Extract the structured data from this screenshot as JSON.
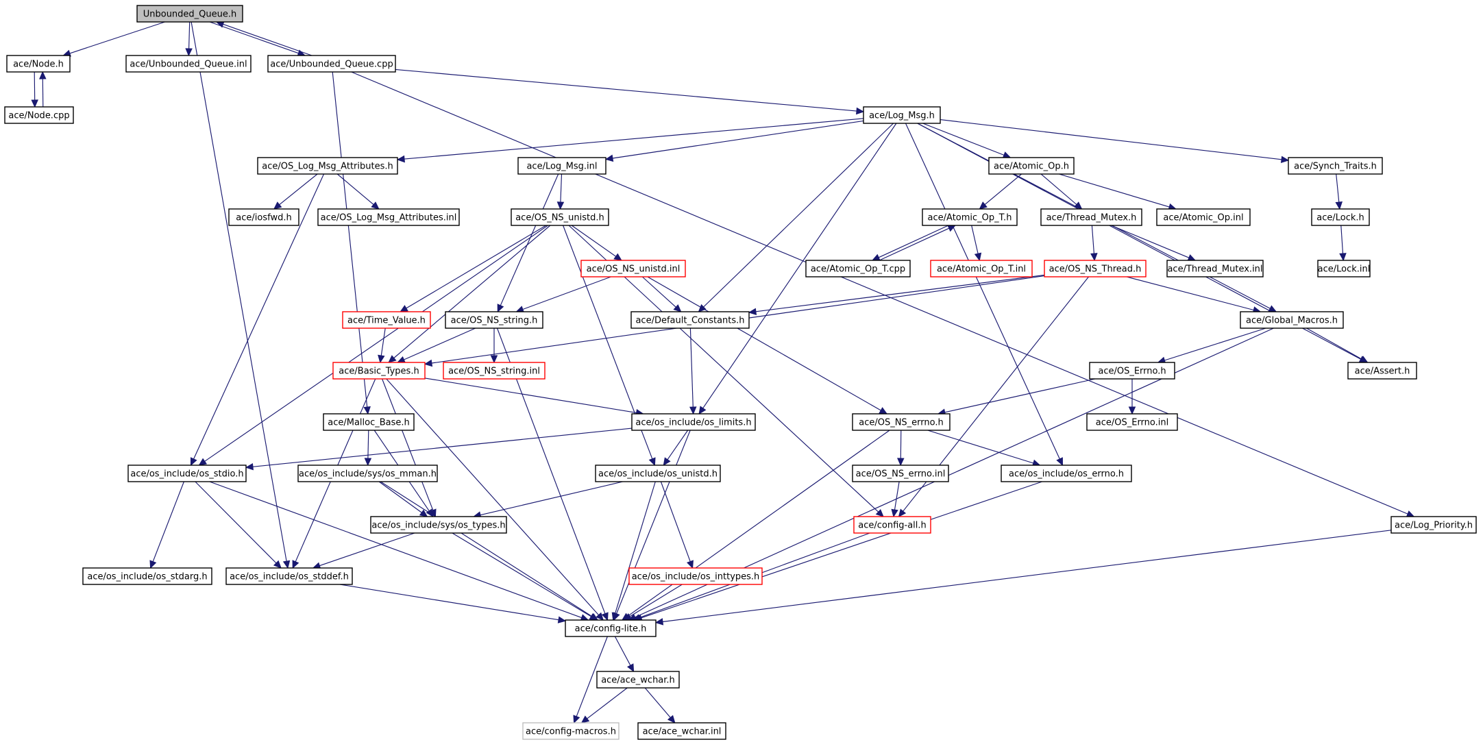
{
  "colors": {
    "edge": "#191970",
    "node_border": "#000000",
    "node_border_incomplete": "#ff0000",
    "node_border_undocumented": "#bfbfbf",
    "root_fill": "#bfbfbf",
    "node_fill": "#ffffff"
  },
  "nodes": [
    {
      "id": "uq_h",
      "label": "Unbounded_Queue.h",
      "kind": "root"
    },
    {
      "id": "node_h",
      "label": "ace/Node.h",
      "kind": "normal"
    },
    {
      "id": "node_cpp",
      "label": "ace/Node.cpp",
      "kind": "normal"
    },
    {
      "id": "uq_inl",
      "label": "ace/Unbounded_Queue.inl",
      "kind": "normal"
    },
    {
      "id": "uq_cpp",
      "label": "ace/Unbounded_Queue.cpp",
      "kind": "normal"
    },
    {
      "id": "log_msg_h",
      "label": "ace/Log_Msg.h",
      "kind": "normal"
    },
    {
      "id": "os_lma_h",
      "label": "ace/OS_Log_Msg_Attributes.h",
      "kind": "normal"
    },
    {
      "id": "log_msg_inl",
      "label": "ace/Log_Msg.inl",
      "kind": "normal"
    },
    {
      "id": "atomic_op_h",
      "label": "ace/Atomic_Op.h",
      "kind": "normal"
    },
    {
      "id": "synch_traits_h",
      "label": "ace/Synch_Traits.h",
      "kind": "normal"
    },
    {
      "id": "iosfwd_h",
      "label": "ace/iosfwd.h",
      "kind": "normal"
    },
    {
      "id": "os_lma_inl",
      "label": "ace/OS_Log_Msg_Attributes.inl",
      "kind": "normal"
    },
    {
      "id": "os_ns_unistd_h",
      "label": "ace/OS_NS_unistd.h",
      "kind": "normal"
    },
    {
      "id": "atomic_op_t_h",
      "label": "ace/Atomic_Op_T.h",
      "kind": "normal"
    },
    {
      "id": "thread_mutex_h",
      "label": "ace/Thread_Mutex.h",
      "kind": "normal"
    },
    {
      "id": "atomic_op_inl",
      "label": "ace/Atomic_Op.inl",
      "kind": "normal"
    },
    {
      "id": "lock_h",
      "label": "ace/Lock.h",
      "kind": "normal"
    },
    {
      "id": "os_ns_unistd_inl",
      "label": "ace/OS_NS_unistd.inl",
      "kind": "incomplete"
    },
    {
      "id": "atomic_op_t_cpp",
      "label": "ace/Atomic_Op_T.cpp",
      "kind": "normal"
    },
    {
      "id": "atomic_op_t_inl",
      "label": "ace/Atomic_Op_T.inl",
      "kind": "incomplete"
    },
    {
      "id": "os_ns_thread_h",
      "label": "ace/OS_NS_Thread.h",
      "kind": "incomplete"
    },
    {
      "id": "thread_mutex_inl",
      "label": "ace/Thread_Mutex.inl",
      "kind": "normal"
    },
    {
      "id": "lock_inl",
      "label": "ace/Lock.inl",
      "kind": "normal"
    },
    {
      "id": "time_value_h",
      "label": "ace/Time_Value.h",
      "kind": "incomplete"
    },
    {
      "id": "os_ns_string_h",
      "label": "ace/OS_NS_string.h",
      "kind": "normal"
    },
    {
      "id": "default_constants_h",
      "label": "ace/Default_Constants.h",
      "kind": "normal"
    },
    {
      "id": "global_macros_h",
      "label": "ace/Global_Macros.h",
      "kind": "normal"
    },
    {
      "id": "basic_types_h",
      "label": "ace/Basic_Types.h",
      "kind": "incomplete"
    },
    {
      "id": "os_ns_string_inl",
      "label": "ace/OS_NS_string.inl",
      "kind": "incomplete"
    },
    {
      "id": "os_errno_h",
      "label": "ace/OS_Errno.h",
      "kind": "normal"
    },
    {
      "id": "assert_h",
      "label": "ace/Assert.h",
      "kind": "normal"
    },
    {
      "id": "malloc_base_h",
      "label": "ace/Malloc_Base.h",
      "kind": "normal"
    },
    {
      "id": "os_limits_h",
      "label": "ace/os_include/os_limits.h",
      "kind": "normal"
    },
    {
      "id": "os_ns_errno_h",
      "label": "ace/OS_NS_errno.h",
      "kind": "normal"
    },
    {
      "id": "os_errno_inl",
      "label": "ace/OS_Errno.inl",
      "kind": "normal"
    },
    {
      "id": "os_stdio_h",
      "label": "ace/os_include/os_stdio.h",
      "kind": "normal"
    },
    {
      "id": "sys_os_mman_h",
      "label": "ace/os_include/sys/os_mman.h",
      "kind": "normal"
    },
    {
      "id": "os_unistd_inc_h",
      "label": "ace/os_include/os_unistd.h",
      "kind": "normal"
    },
    {
      "id": "os_ns_errno_inl",
      "label": "ace/OS_NS_errno.inl",
      "kind": "normal"
    },
    {
      "id": "os_inc_errno_h",
      "label": "ace/os_include/os_errno.h",
      "kind": "normal"
    },
    {
      "id": "sys_os_types_h",
      "label": "ace/os_include/sys/os_types.h",
      "kind": "normal"
    },
    {
      "id": "config_all_h",
      "label": "ace/config-all.h",
      "kind": "incomplete"
    },
    {
      "id": "log_priority_h",
      "label": "ace/Log_Priority.h",
      "kind": "normal"
    },
    {
      "id": "os_stdarg_h",
      "label": "ace/os_include/os_stdarg.h",
      "kind": "normal"
    },
    {
      "id": "os_stddef_h",
      "label": "ace/os_include/os_stddef.h",
      "kind": "normal"
    },
    {
      "id": "os_inttypes_h",
      "label": "ace/os_include/os_inttypes.h",
      "kind": "incomplete"
    },
    {
      "id": "config_lite_h",
      "label": "ace/config-lite.h",
      "kind": "normal"
    },
    {
      "id": "ace_wchar_h",
      "label": "ace/ace_wchar.h",
      "kind": "normal"
    },
    {
      "id": "config_macros_h",
      "label": "ace/config-macros.h",
      "kind": "undocumented"
    },
    {
      "id": "ace_wchar_inl",
      "label": "ace/ace_wchar.inl",
      "kind": "normal"
    }
  ],
  "edges": [
    [
      "uq_h",
      "node_h"
    ],
    [
      "uq_h",
      "uq_inl"
    ],
    [
      "uq_h",
      "uq_cpp"
    ],
    [
      "uq_h",
      "os_stddef_h"
    ],
    [
      "uq_cpp",
      "uq_h"
    ],
    [
      "uq_cpp",
      "malloc_base_h"
    ],
    [
      "uq_cpp",
      "log_msg_h"
    ],
    [
      "uq_cpp",
      "log_priority_h"
    ],
    [
      "node_h",
      "node_cpp"
    ],
    [
      "node_cpp",
      "node_h"
    ],
    [
      "log_msg_h",
      "os_lma_h"
    ],
    [
      "log_msg_h",
      "log_msg_inl"
    ],
    [
      "log_msg_h",
      "atomic_op_h"
    ],
    [
      "log_msg_h",
      "synch_traits_h"
    ],
    [
      "log_msg_h",
      "default_constants_h"
    ],
    [
      "log_msg_h",
      "os_limits_h"
    ],
    [
      "log_msg_h",
      "global_macros_h"
    ],
    [
      "log_msg_h",
      "assert_h"
    ],
    [
      "log_msg_h",
      "os_inc_errno_h"
    ],
    [
      "os_lma_h",
      "iosfwd_h"
    ],
    [
      "os_lma_h",
      "os_lma_inl"
    ],
    [
      "os_lma_h",
      "os_stdio_h"
    ],
    [
      "log_msg_inl",
      "os_ns_unistd_h"
    ],
    [
      "log_msg_inl",
      "os_ns_string_h"
    ],
    [
      "atomic_op_h",
      "atomic_op_t_h"
    ],
    [
      "atomic_op_h",
      "thread_mutex_h"
    ],
    [
      "atomic_op_h",
      "atomic_op_inl"
    ],
    [
      "synch_traits_h",
      "lock_h"
    ],
    [
      "lock_h",
      "lock_inl"
    ],
    [
      "os_ns_unistd_h",
      "os_ns_unistd_inl"
    ],
    [
      "os_ns_unistd_h",
      "time_value_h"
    ],
    [
      "os_ns_unistd_h",
      "basic_types_h"
    ],
    [
      "os_ns_unistd_h",
      "os_stdio_h"
    ],
    [
      "os_ns_unistd_h",
      "os_unistd_inc_h"
    ],
    [
      "os_ns_unistd_h",
      "config_all_h"
    ],
    [
      "atomic_op_t_h",
      "atomic_op_t_cpp"
    ],
    [
      "atomic_op_t_cpp",
      "atomic_op_t_h"
    ],
    [
      "atomic_op_t_h",
      "atomic_op_t_inl"
    ],
    [
      "thread_mutex_h",
      "os_ns_thread_h"
    ],
    [
      "thread_mutex_h",
      "thread_mutex_inl"
    ],
    [
      "os_ns_unistd_inl",
      "os_ns_string_h"
    ],
    [
      "os_ns_unistd_inl",
      "default_constants_h"
    ],
    [
      "os_ns_unistd_inl",
      "os_ns_errno_h"
    ],
    [
      "os_ns_thread_h",
      "default_constants_h"
    ],
    [
      "os_ns_thread_h",
      "global_macros_h"
    ],
    [
      "os_ns_thread_h",
      "basic_types_h"
    ],
    [
      "os_ns_thread_h",
      "config_all_h"
    ],
    [
      "time_value_h",
      "basic_types_h"
    ],
    [
      "os_ns_string_h",
      "basic_types_h"
    ],
    [
      "os_ns_string_h",
      "os_ns_string_inl"
    ],
    [
      "os_ns_string_h",
      "config_lite_h"
    ],
    [
      "default_constants_h",
      "os_limits_h"
    ],
    [
      "global_macros_h",
      "os_errno_h"
    ],
    [
      "global_macros_h",
      "assert_h"
    ],
    [
      "global_macros_h",
      "config_lite_h"
    ],
    [
      "basic_types_h",
      "os_limits_h"
    ],
    [
      "basic_types_h",
      "sys_os_types_h"
    ],
    [
      "basic_types_h",
      "os_stddef_h"
    ],
    [
      "basic_types_h",
      "config_lite_h"
    ],
    [
      "os_errno_h",
      "os_ns_errno_h"
    ],
    [
      "os_errno_h",
      "os_errno_inl"
    ],
    [
      "malloc_base_h",
      "sys_os_mman_h"
    ],
    [
      "malloc_base_h",
      "sys_os_types_h"
    ],
    [
      "os_limits_h",
      "os_stdio_h"
    ],
    [
      "os_limits_h",
      "os_unistd_inc_h"
    ],
    [
      "os_limits_h",
      "config_lite_h"
    ],
    [
      "os_ns_errno_h",
      "os_ns_errno_inl"
    ],
    [
      "os_ns_errno_h",
      "os_inc_errno_h"
    ],
    [
      "os_ns_errno_h",
      "config_lite_h"
    ],
    [
      "os_stdio_h",
      "os_stdarg_h"
    ],
    [
      "os_stdio_h",
      "os_stddef_h"
    ],
    [
      "os_stdio_h",
      "config_lite_h"
    ],
    [
      "sys_os_mman_h",
      "sys_os_types_h"
    ],
    [
      "sys_os_mman_h",
      "config_lite_h"
    ],
    [
      "os_unistd_inc_h",
      "sys_os_types_h"
    ],
    [
      "os_unistd_inc_h",
      "os_inttypes_h"
    ],
    [
      "os_unistd_inc_h",
      "config_lite_h"
    ],
    [
      "os_ns_errno_inl",
      "config_all_h"
    ],
    [
      "os_inc_errno_h",
      "config_lite_h"
    ],
    [
      "sys_os_types_h",
      "os_stddef_h"
    ],
    [
      "sys_os_types_h",
      "config_lite_h"
    ],
    [
      "config_all_h",
      "config_lite_h"
    ],
    [
      "log_priority_h",
      "config_lite_h"
    ],
    [
      "os_stddef_h",
      "config_lite_h"
    ],
    [
      "os_inttypes_h",
      "config_lite_h"
    ],
    [
      "config_lite_h",
      "ace_wchar_h"
    ],
    [
      "config_lite_h",
      "config_macros_h"
    ],
    [
      "ace_wchar_h",
      "config_macros_h"
    ],
    [
      "ace_wchar_h",
      "ace_wchar_inl"
    ]
  ]
}
